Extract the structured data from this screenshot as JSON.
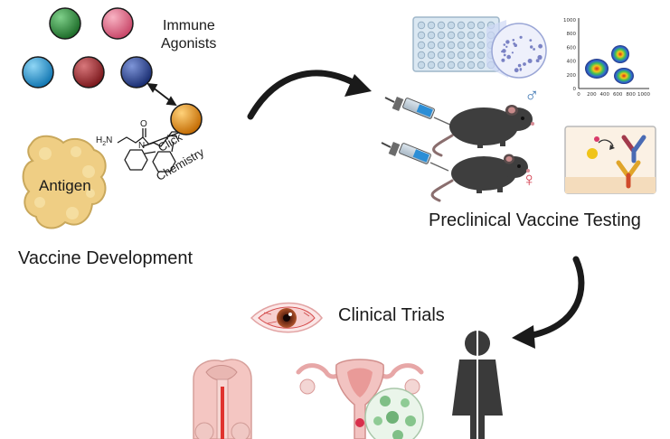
{
  "vaccine_development": {
    "immune_agonists_line1": "Immune",
    "immune_agonists_line2": "Agonists",
    "antigen": "Antigen",
    "amine": "H",
    "amine_sub": "2",
    "amine_n": "N",
    "amide_o": "O",
    "amide_n": "N",
    "click_line1": "Click",
    "click_line2": "Chemistry",
    "caption": "Vaccine Development"
  },
  "preclinical": {
    "caption": "Preclinical Vaccine Testing",
    "male_symbol": "♂",
    "female_symbol": "♀",
    "flow_plot": {
      "x_ticks": [
        "0",
        "200",
        "400",
        "600",
        "800",
        "1000"
      ],
      "y_ticks": [
        "0",
        "200",
        "400",
        "600",
        "800",
        "1000"
      ]
    }
  },
  "clinical": {
    "caption": "Clinical Trials"
  },
  "colors": {
    "agonist_green": "#2e8b3a",
    "agonist_pink": "#e06a86",
    "agonist_cyan": "#1f9bd8",
    "agonist_red": "#a3262b",
    "agonist_navy": "#27449a",
    "click_orange": "#e08a0e",
    "antigen": "#efce84",
    "mouse": "#3e3e3e",
    "male_blue": "#4a7fb8",
    "female_red": "#d2394a",
    "arrow": "#1a1a1a"
  }
}
